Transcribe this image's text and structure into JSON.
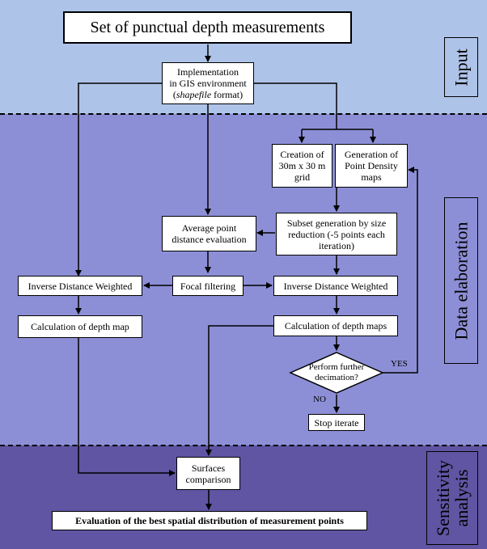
{
  "sections": {
    "input": "Input",
    "elaboration": "Data elaboration",
    "sensitivity_line1": "Sensitivity",
    "sensitivity_line2": "analysis"
  },
  "boxes": {
    "set": "Set of punctual depth measurements",
    "impl_l1": "Implementation",
    "impl_l2": "in GIS environment",
    "impl_l3a": "(",
    "impl_l3b": "shapefile",
    "impl_l3c": " format)",
    "grid": "Creation of 30m x 30 m grid",
    "density": "Generation of Point Density maps",
    "avg": "Average point distance evaluation",
    "subset": "Subset generation by size reduction (-5 points each iteration)",
    "idw_left": "Inverse Distance Weighted",
    "focal": "Focal filtering",
    "idw_right": "Inverse Distance Weighted",
    "calc_left": "Calculation of  depth map",
    "calc_right": "Calculation of  depth maps",
    "decision": "Perform further decimation?",
    "stop": "Stop iterate",
    "surfaces": "Surfaces comparison",
    "evaluation": "Evaluation of the best spatial distribution of measurement points"
  },
  "labels": {
    "yes": "YES",
    "no": "NO"
  }
}
